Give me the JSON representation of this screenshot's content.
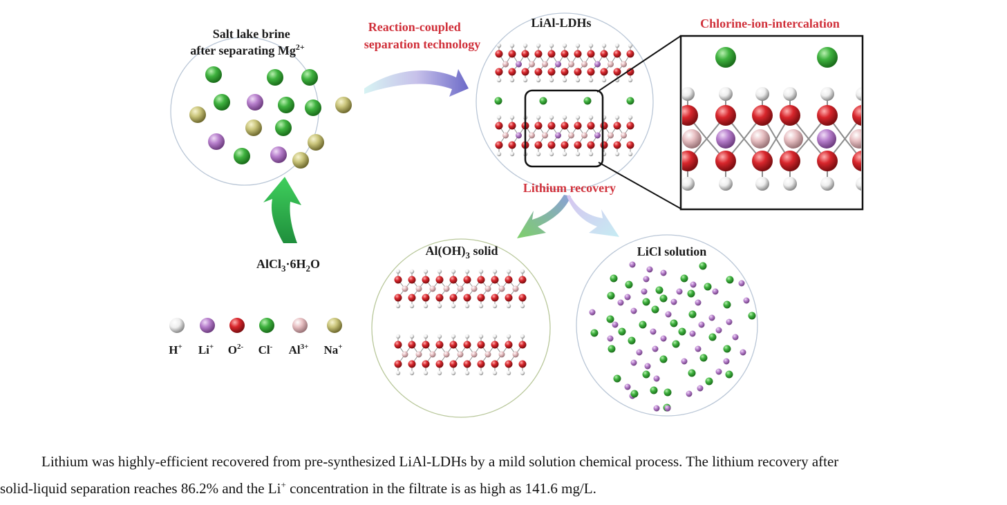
{
  "labels": {
    "brine_line1": "Salt lake brine",
    "brine_line2": "after separating Mg",
    "brine_sup": "2+",
    "reaction_line1": "Reaction-coupled",
    "reaction_line2": "separation technology",
    "lial": "LiAl-LDHs",
    "chlorine": "Chlorine-ion-intercalation",
    "lithium_recovery": "Lithium recovery",
    "aloh_main": "Al(OH)",
    "aloh_sub": "3",
    "aloh_tail": " solid",
    "licl": "LiCl solution",
    "alcl_a": "AlCl",
    "alcl_sub1": "3",
    "alcl_b": "·6H",
    "alcl_sub2": "2",
    "alcl_c": "O"
  },
  "legend": [
    {
      "symbol": "H",
      "charge": "+",
      "color": "#f2f2f2",
      "name": "hydrogen"
    },
    {
      "symbol": "Li",
      "charge": "+",
      "color": "#b77fcc",
      "name": "lithium"
    },
    {
      "symbol": "O",
      "charge": "2-",
      "color": "#d8262c",
      "name": "oxygen"
    },
    {
      "symbol": "Cl",
      "charge": "-",
      "color": "#3fb23f",
      "name": "chlorine"
    },
    {
      "symbol": "Al",
      "charge": "3+",
      "color": "#e8c0c3",
      "name": "aluminum"
    },
    {
      "symbol": "Na",
      "charge": "+",
      "color": "#c9c47a",
      "name": "sodium"
    }
  ],
  "caption": {
    "line1": "Lithium was highly-efficient recovered from pre-synthesized LiAl-LDHs by a mild solution chemical process. The lithium recovery after",
    "line2a": "solid-liquid separation reaches 86.2% and the Li",
    "line2_sup": "+",
    "line2b": " concentration in the filtrate is as high as 141.6 mg/L."
  },
  "colors": {
    "label_red": "#d0303a",
    "arrow_green": "#2fae4a",
    "circle_stroke": "#b9c6d6",
    "aloh_circle_stroke": "#b8c79a"
  }
}
